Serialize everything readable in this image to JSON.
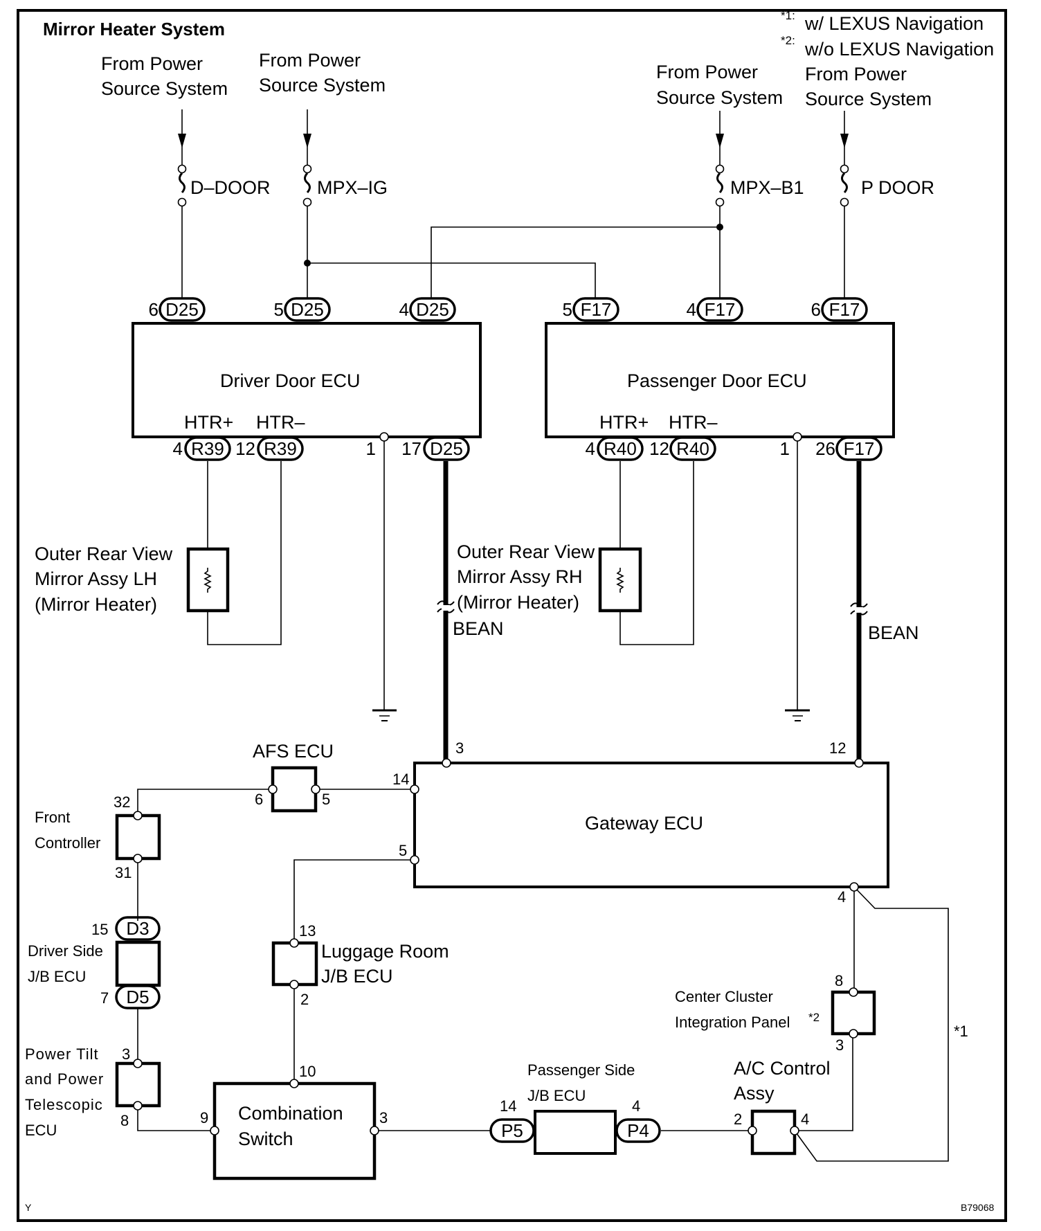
{
  "title": "Mirror Heater System",
  "notes": [
    {
      "mark": "*1:",
      "text": "w/ LEXUS Navigation"
    },
    {
      "mark": "*2:",
      "text": "w/o LEXUS Navigation"
    }
  ],
  "power_sources": [
    {
      "line1": "From Power",
      "line2": "Source System",
      "fuse": "D–DOOR"
    },
    {
      "line1": "From Power",
      "line2": "Source System",
      "fuse": "MPX–IG"
    },
    {
      "line1": "From Power",
      "line2": "Source System",
      "fuse": "MPX–B1"
    },
    {
      "line1": "From Power",
      "line2": "Source System",
      "fuse": "P DOOR"
    }
  ],
  "driver_door_ecu": {
    "label": "Driver Door ECU",
    "htr_plus": "HTR+",
    "htr_minus": "HTR–",
    "top_pins": [
      {
        "pin": "6",
        "conn": "D25"
      },
      {
        "pin": "5",
        "conn": "D25"
      },
      {
        "pin": "4",
        "conn": "D25"
      }
    ],
    "bottom_pins": [
      {
        "pin": "4",
        "conn": "R39"
      },
      {
        "pin": "12",
        "conn": "R39"
      },
      {
        "pin": "1",
        "conn": ""
      },
      {
        "pin": "17",
        "conn": "D25"
      }
    ]
  },
  "passenger_door_ecu": {
    "label": "Passenger Door ECU",
    "htr_plus": "HTR+",
    "htr_minus": "HTR–",
    "top_pins": [
      {
        "pin": "5",
        "conn": "F17"
      },
      {
        "pin": "4",
        "conn": "F17"
      },
      {
        "pin": "6",
        "conn": "F17"
      }
    ],
    "bottom_pins": [
      {
        "pin": "4",
        "conn": "R40"
      },
      {
        "pin": "12",
        "conn": "R40"
      },
      {
        "pin": "1",
        "conn": ""
      },
      {
        "pin": "26",
        "conn": "F17"
      }
    ]
  },
  "mirror_lh": {
    "lines": [
      "Outer Rear View",
      "Mirror Assy LH",
      "(Mirror Heater)"
    ]
  },
  "mirror_rh": {
    "lines": [
      "Outer Rear View",
      "Mirror Assy RH",
      "(Mirror Heater)"
    ]
  },
  "bean_label": "BEAN",
  "gateway_ecu": {
    "label": "Gateway ECU",
    "pins": {
      "top_left": "3",
      "top_right": "12",
      "left_upper": "14",
      "left_lower": "5",
      "bottom_right": "4"
    }
  },
  "afs_ecu": {
    "label": "AFS ECU",
    "pin_left": "6",
    "pin_right": "5"
  },
  "front_controller": {
    "lines": [
      "Front",
      "Controller"
    ],
    "pin_top": "32",
    "pin_bottom": "31"
  },
  "driver_side_jb": {
    "lines": [
      "Driver Side",
      "J/B ECU"
    ],
    "top_pin": "15",
    "top_conn": "D3",
    "bottom_pin": "7",
    "bottom_conn": "D5"
  },
  "luggage_room_jb": {
    "lines": [
      "Luggage Room",
      "J/B ECU"
    ],
    "pin_top": "13",
    "pin_bottom": "2"
  },
  "power_tilt_ecu": {
    "lines": [
      "Power Tilt",
      "and Power",
      "Telescopic",
      "ECU"
    ],
    "pin_top": "3",
    "pin_bottom": "8"
  },
  "combination_switch": {
    "lines": [
      "Combination",
      "Switch"
    ],
    "pin_left": "9",
    "pin_top": "10",
    "pin_right": "3"
  },
  "passenger_side_jb": {
    "lines": [
      "Passenger Side",
      "J/B ECU"
    ],
    "left_pin": "14",
    "left_conn": "P5",
    "right_pin": "4",
    "right_conn": "P4"
  },
  "ac_control": {
    "lines": [
      "A/C Control",
      "Assy"
    ],
    "pin_left": "2",
    "pin_right": "4"
  },
  "center_cluster": {
    "line1": "Center  Cluster",
    "line2": "Integration Panel",
    "mark": "*2",
    "pin_top": "8",
    "pin_bottom": "3"
  },
  "nav_branch_mark": "*1",
  "corner_left": "Y",
  "figure_id": "B79068"
}
